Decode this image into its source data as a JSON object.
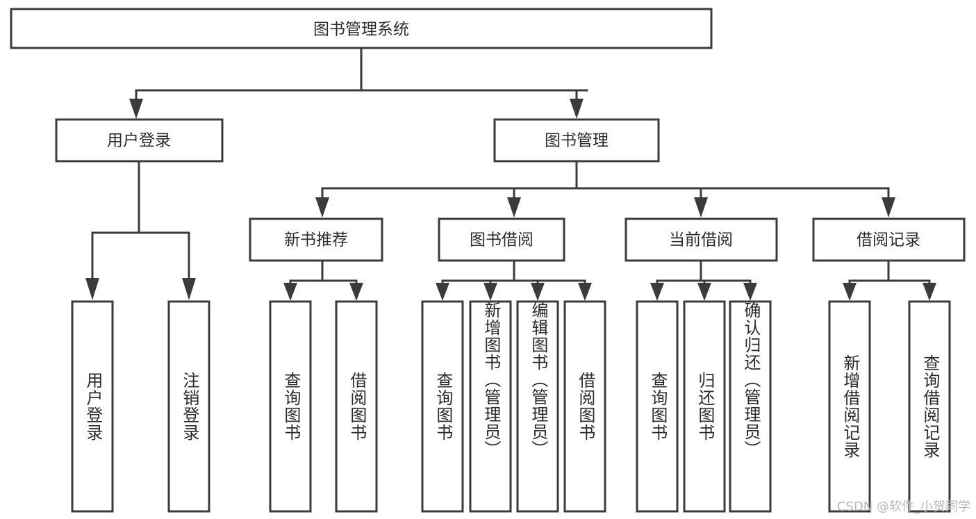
{
  "diagram": {
    "title": "图书管理系统",
    "type": "hierarchy-tree",
    "root": {
      "label": "图书管理系统"
    },
    "level2": [
      {
        "id": "user-login",
        "label": "用户登录"
      },
      {
        "id": "book-manage",
        "label": "图书管理"
      }
    ],
    "level3": [
      {
        "id": "new-book-recommend",
        "label": "新书推荐",
        "parent": "book-manage"
      },
      {
        "id": "book-borrow",
        "label": "图书借阅",
        "parent": "book-manage"
      },
      {
        "id": "current-borrow",
        "label": "当前借阅",
        "parent": "book-manage"
      },
      {
        "id": "borrow-record",
        "label": "借阅记录",
        "parent": "book-manage"
      }
    ],
    "leaves": [
      {
        "id": "leaf-user-login",
        "label": "用户登录",
        "parent": "user-login"
      },
      {
        "id": "leaf-logout-login",
        "label": "注销登录",
        "parent": "user-login"
      },
      {
        "id": "leaf-query-book-1",
        "label": "查询图书",
        "parent": "new-book-recommend"
      },
      {
        "id": "leaf-borrow-book-1",
        "label": "借阅图书",
        "parent": "new-book-recommend"
      },
      {
        "id": "leaf-query-book-2",
        "label": "查询图书",
        "parent": "book-borrow"
      },
      {
        "id": "leaf-add-book-admin",
        "label": "新增图书（管理员）",
        "parent": "book-borrow"
      },
      {
        "id": "leaf-edit-book-admin",
        "label": "编辑图书（管理员）",
        "parent": "book-borrow"
      },
      {
        "id": "leaf-borrow-book-2",
        "label": "借阅图书",
        "parent": "book-borrow"
      },
      {
        "id": "leaf-query-book-3",
        "label": "查询图书",
        "parent": "current-borrow"
      },
      {
        "id": "leaf-return-book",
        "label": "归还图书",
        "parent": "current-borrow"
      },
      {
        "id": "leaf-confirm-return-admin",
        "label": "确认归还（管理员）",
        "parent": "current-borrow"
      },
      {
        "id": "leaf-add-borrow-record",
        "label": "新增借阅记录",
        "parent": "borrow-record"
      },
      {
        "id": "leaf-query-borrow-record",
        "label": "查询借阅记录",
        "parent": "borrow-record"
      }
    ],
    "watermark": "CSDN @软件_小贺同学",
    "colors": {
      "stroke": "#3b3b3b",
      "fill": "#ffffff",
      "text": "#2b2b2b",
      "watermark": "#b9b9b9",
      "background": "#ffffff"
    }
  }
}
